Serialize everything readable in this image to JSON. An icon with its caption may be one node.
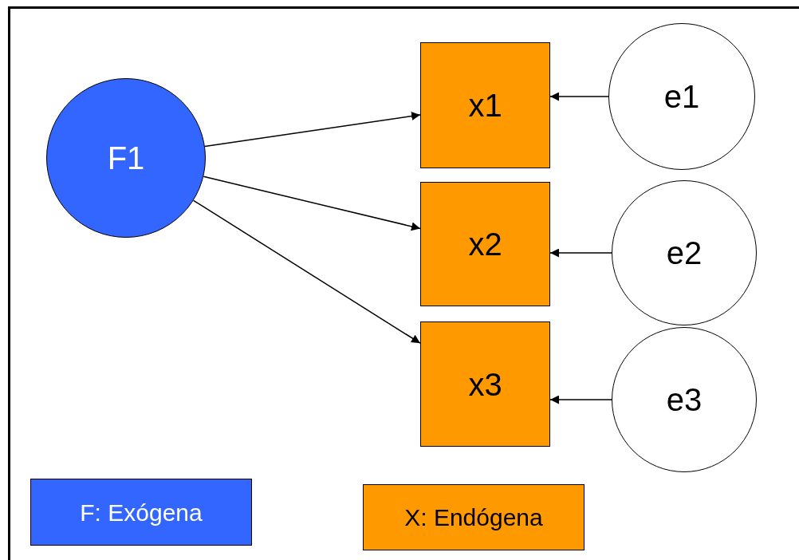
{
  "diagram": {
    "nodes": [
      {
        "text": [
          "F1"
        ]
      },
      {
        "text": [
          "x1"
        ]
      },
      {
        "text": [
          "x2"
        ]
      },
      {
        "text": [
          "x3"
        ]
      },
      {
        "text": [
          "e1"
        ]
      },
      {
        "text": [
          "e2"
        ]
      },
      {
        "text": [
          "e3"
        ]
      }
    ],
    "edges": [
      {
        "from": 0,
        "to": 1,
        "arrow": "to"
      },
      {
        "from": 0,
        "to": 2,
        "arrow": "to"
      },
      {
        "from": 0,
        "to": 3,
        "arrow": "to"
      },
      {
        "from": 4,
        "to": 1,
        "arrow": "to"
      },
      {
        "from": 5,
        "to": 2,
        "arrow": "to"
      },
      {
        "from": 6,
        "to": 3,
        "arrow": "to"
      }
    ],
    "legend": [
      {
        "text": "F: Exógena",
        "color": "#3366ff"
      },
      {
        "text": "X: Endógena",
        "color": "#ff9900"
      }
    ]
  }
}
